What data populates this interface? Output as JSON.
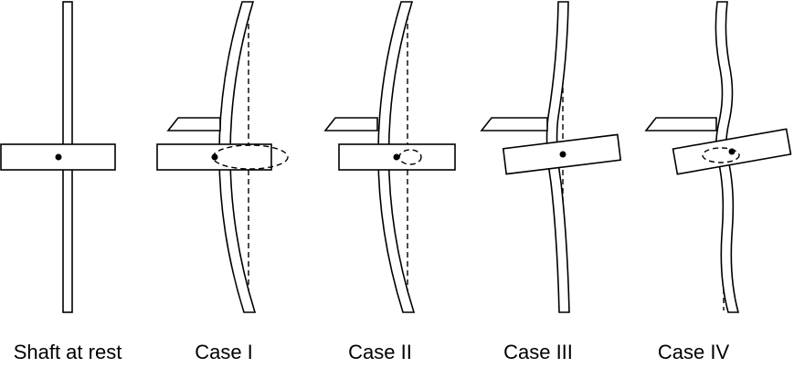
{
  "labels": {
    "rest": "Shaft at rest",
    "case1": "Case I",
    "case2": "Case II",
    "case3": "Case III",
    "case4": "Case IV"
  }
}
